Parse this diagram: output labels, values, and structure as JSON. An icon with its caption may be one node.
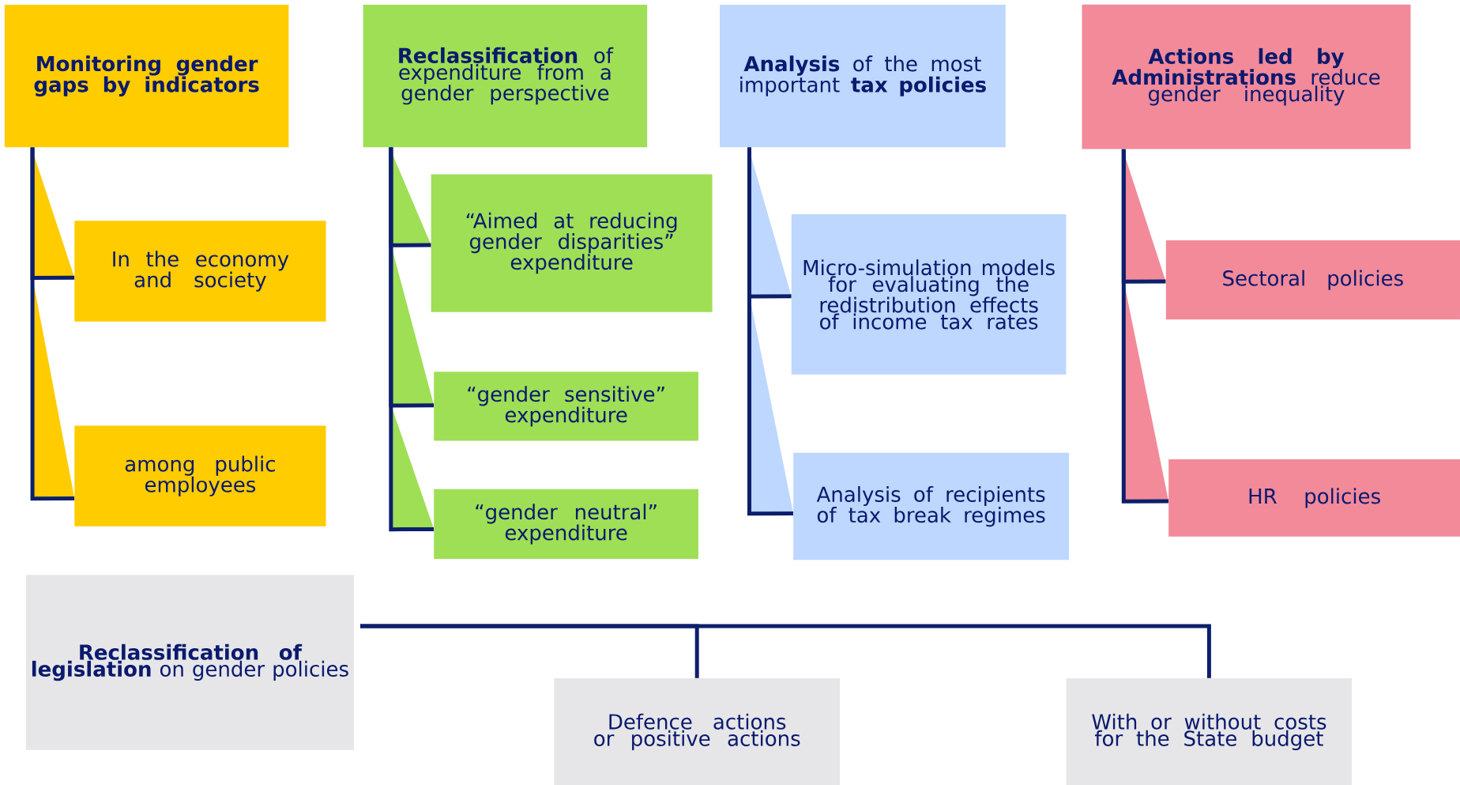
{
  "diagram": {
    "nodes": [
      {
        "text": [
          "Monitoring gender gaps by indicators"
        ]
      },
      {
        "text": [
          "In the economy and society"
        ]
      },
      {
        "text": [
          "among public employees"
        ]
      },
      {
        "text": [
          "**Reclassification** of expenditure from a gender perspective"
        ]
      },
      {
        "text": [
          "“Aimed at reducing gender disparities” expenditure"
        ]
      },
      {
        "text": [
          "“gender sensitive” expenditure"
        ]
      },
      {
        "text": [
          "“gender neutral” expenditure"
        ]
      },
      {
        "text": [
          "**Analysis** of the most important **tax policies**"
        ]
      },
      {
        "text": [
          "Micro-simulation models for evaluating the redistribution effects of income tax rates"
        ]
      },
      {
        "text": [
          "Analysis of recipients of tax break regimes"
        ]
      },
      {
        "text": [
          "**Actions led by Administrations** reduce gender inequality"
        ]
      },
      {
        "text": [
          "Sectoral policies"
        ]
      },
      {
        "text": [
          "HR policies"
        ]
      },
      {
        "text": [
          "**Reclassification of legislation** on gender policies"
        ]
      },
      {
        "text": [
          "Defence actions or positive actions"
        ]
      },
      {
        "text": [
          "With or without costs for the State budget"
        ]
      }
    ],
    "edges": [
      {
        "from": 0,
        "to": 1,
        "arrow": "none"
      },
      {
        "from": 0,
        "to": 2,
        "arrow": "none"
      },
      {
        "from": 3,
        "to": 4,
        "arrow": "none"
      },
      {
        "from": 3,
        "to": 5,
        "arrow": "none"
      },
      {
        "from": 3,
        "to": 6,
        "arrow": "none"
      },
      {
        "from": 7,
        "to": 8,
        "arrow": "none"
      },
      {
        "from": 7,
        "to": 9,
        "arrow": "none"
      },
      {
        "from": 10,
        "to": 11,
        "arrow": "none"
      },
      {
        "from": 10,
        "to": 12,
        "arrow": "none"
      },
      {
        "from": 13,
        "to": 14,
        "arrow": "none"
      },
      {
        "from": 13,
        "to": 15,
        "arrow": "none"
      }
    ]
  }
}
